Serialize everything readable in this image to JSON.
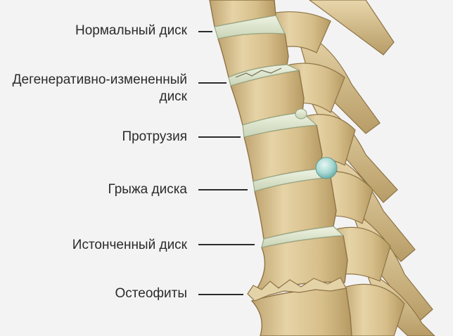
{
  "diagram": {
    "labels": [
      {
        "id": "normal",
        "lines": [
          "Нормальный диск"
        ]
      },
      {
        "id": "degenerative",
        "lines": [
          "Дегенеративно-измененный",
          "диск"
        ]
      },
      {
        "id": "protrusion",
        "lines": [
          "Протрузия"
        ]
      },
      {
        "id": "hernia",
        "lines": [
          "Грыжа диска"
        ]
      },
      {
        "id": "thinned",
        "lines": [
          "Истонченный диск"
        ]
      },
      {
        "id": "osteophytes",
        "lines": [
          "Остеофиты"
        ]
      }
    ]
  },
  "colors": {
    "background": "#f3f3f4",
    "bone": "#d9c28f",
    "bone_shadow": "#a88d57",
    "bone_highlight": "#ecdcb5",
    "disc": "#dfe8cf",
    "hernia": "#a9d9d3",
    "text": "#2b2b2b"
  }
}
